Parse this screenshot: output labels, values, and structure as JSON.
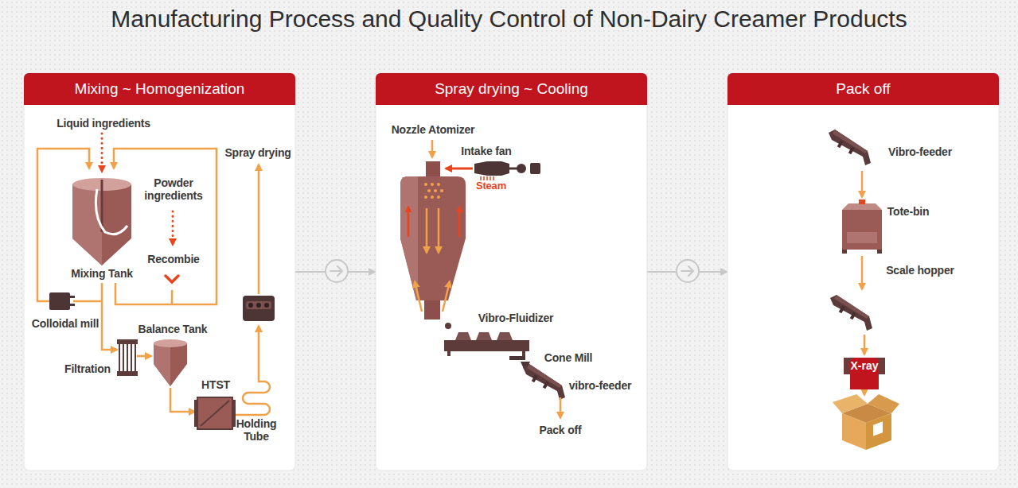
{
  "diagram": {
    "title": "Manufacturing Process and Quality Control of Non-Dairy Creamer Products",
    "nodes": [
      {
        "text": [
          "Mixing ~ Homogenization"
        ]
      },
      {
        "text": [
          "Spray drying ~ Cooling"
        ]
      },
      {
        "text": [
          "Pack off"
        ]
      },
      {
        "text": [
          "X-ray"
        ],
        "in": 2
      }
    ],
    "edges": [
      {
        "from": 0,
        "to": 1,
        "arrow": "to"
      },
      {
        "from": 1,
        "to": 2,
        "arrow": "to"
      }
    ],
    "labels": [
      "Liquid ingredients",
      "Powder ingredients",
      "Recombie",
      "Mixing Tank",
      "Colloidal mill",
      "Balance Tank",
      "Filtration",
      "HTST",
      "Holding Tube",
      "Spray drying",
      "Nozzle Atomizer",
      "Intake fan",
      "Steam",
      "Vibro-Fluidizer",
      "Cone Mill",
      "vibro-feeder",
      "Pack off",
      "Vibro-feeder",
      "Tote-bin",
      "Scale hopper"
    ]
  }
}
